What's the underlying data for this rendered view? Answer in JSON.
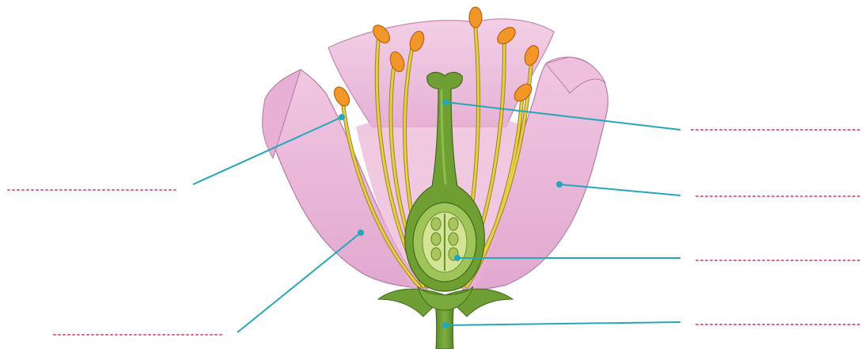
{
  "diagram": {
    "type": "labelled-flower-cross-section",
    "answer_blanks": [
      {
        "id": "filament",
        "value": ""
      },
      {
        "id": "petal-lower-left",
        "value": ""
      },
      {
        "id": "stigma",
        "value": ""
      },
      {
        "id": "petal-right",
        "value": ""
      },
      {
        "id": "ovule",
        "value": ""
      },
      {
        "id": "receptacle",
        "value": ""
      }
    ],
    "colors": {
      "petal_fill": "#eab6d6",
      "petal_shade": "#d99bc5",
      "petal_outline": "#b06f9a",
      "pistil_fill": "#73a037",
      "pistil_dark": "#4f7a24",
      "ovary_inner": "#c8dc83",
      "ovule_fill": "#a9c65a",
      "filament": "#e3c640",
      "filament_outline": "#9b8420",
      "anther": "#f0962a",
      "anther_dark": "#b86410",
      "leader_line": "#26a7b8",
      "blank_dots": "#e3607f"
    }
  }
}
